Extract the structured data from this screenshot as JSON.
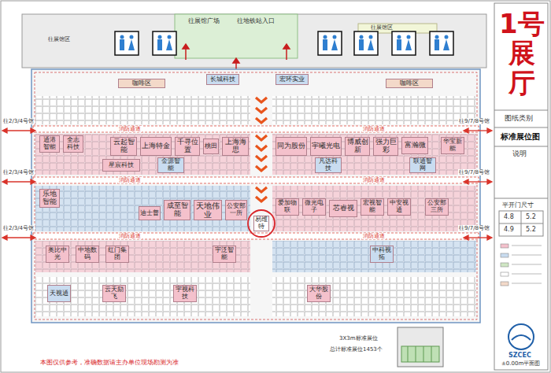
{
  "diagram": {
    "title": "1号展厅",
    "nodes": [
      {
        "text": [
          "咖啡区"
        ]
      },
      {
        "text": [
          "长城科技"
        ]
      },
      {
        "text": [
          "宏环实业"
        ]
      },
      {
        "text": [
          "咖啡区"
        ]
      },
      {
        "text": [
          "通港智能"
        ]
      },
      {
        "text": [
          "全志科技"
        ]
      },
      {
        "text": [
          "云起智能"
        ]
      },
      {
        "text": [
          "上海特金"
        ]
      },
      {
        "text": [
          "千寻位置"
        ]
      },
      {
        "text": [
          "桃田"
        ]
      },
      {
        "text": [
          "上海海思"
        ]
      },
      {
        "text": [
          "同为股份"
        ]
      },
      {
        "text": [
          "宇曦光电"
        ]
      },
      {
        "text": [
          "博威创新"
        ]
      },
      {
        "text": [
          "强力巨彩"
        ]
      },
      {
        "text": [
          "富瀚微"
        ]
      },
      {
        "text": [
          "华宝新能"
        ]
      },
      {
        "text": [
          "星宸科技"
        ]
      },
      {
        "text": [
          "金源智能"
        ]
      },
      {
        "text": [
          "凡达科技"
        ]
      },
      {
        "text": [
          "联通智网"
        ]
      },
      {
        "text": [
          "乐地智能"
        ]
      },
      {
        "text": [
          "迪士普"
        ]
      },
      {
        "text": [
          "成至智能"
        ]
      },
      {
        "text": [
          "天地伟业"
        ]
      },
      {
        "text": [
          "公安部一所"
        ]
      },
      {
        "text": [
          "易维特"
        ]
      },
      {
        "text": [
          "爱加物联"
        ]
      },
      {
        "text": [
          "微光电子"
        ]
      },
      {
        "text": [
          "芯睿视"
        ]
      },
      {
        "text": [
          "宏视智能"
        ]
      },
      {
        "text": [
          "中安视通"
        ]
      },
      {
        "text": [
          "公安部三所"
        ]
      },
      {
        "text": [
          "奥比中光"
        ]
      },
      {
        "text": [
          "中地数码"
        ]
      },
      {
        "text": [
          "红门集团"
        ]
      },
      {
        "text": [
          "宇泛智能"
        ]
      },
      {
        "text": [
          "中科视拓"
        ]
      },
      {
        "text": [
          "天视通"
        ]
      },
      {
        "text": [
          "云天励飞"
        ]
      },
      {
        "text": [
          "宇视科技"
        ]
      },
      {
        "text": [
          "大华股份"
        ]
      }
    ],
    "labels": [
      "往展馆广场",
      "往地铁站入口",
      "往展馆区",
      "往展馆区",
      "消防通道",
      "消防通道",
      "消防通道",
      "消防通道",
      "消防通道",
      "消防通道",
      "往2/3/4号馆",
      "往2/3/4号馆",
      "往2/3/4号馆",
      "往9/7/8号馆",
      "往9/7/8号馆",
      "往9/7/8号馆",
      "图纸类别",
      "标准展位图",
      "说明",
      "平开门尺寸",
      "4.8",
      "5.2",
      "4.9",
      "5.2",
      "3X3m标准展位",
      "总计标准展位1453个",
      "本图仅供参考，准确数据请主办单位现场勘测为准",
      "SZCEC",
      "±0.00m平面图"
    ]
  }
}
